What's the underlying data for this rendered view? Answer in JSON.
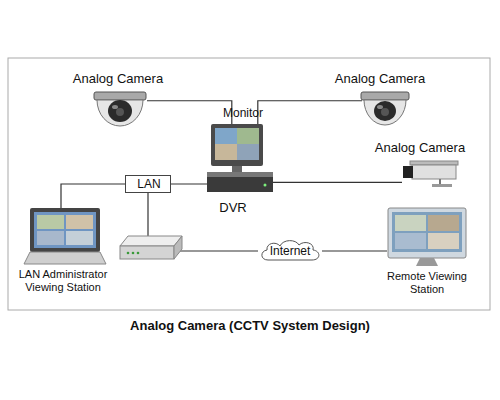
{
  "diagram": {
    "caption": "Analog Camera (CCTV System Design)",
    "nodes": [
      {
        "text": [
          "Analog Camera"
        ]
      },
      {
        "text": [
          "Monitor"
        ]
      },
      {
        "text": [
          "Analog Camera"
        ]
      },
      {
        "text": [
          "Analog Camera"
        ]
      },
      {
        "text": [
          "LAN"
        ]
      },
      {
        "text": [
          "DVR"
        ]
      },
      {
        "text": [
          "LAN Administrator Viewing Station"
        ]
      },
      {
        "text": [
          "Internet"
        ]
      },
      {
        "text": [
          "Remote Viewing Station"
        ]
      }
    ],
    "edges": [
      {
        "from": 0,
        "to": 1,
        "arrow": "none"
      },
      {
        "from": 2,
        "to": 1,
        "arrow": "none"
      },
      {
        "from": 3,
        "to": 5,
        "arrow": "none"
      },
      {
        "from": 4,
        "to": 5,
        "arrow": "none"
      },
      {
        "from": 4,
        "to": 6,
        "arrow": "none"
      },
      {
        "from": 7,
        "to": 8,
        "arrow": "none"
      }
    ]
  }
}
